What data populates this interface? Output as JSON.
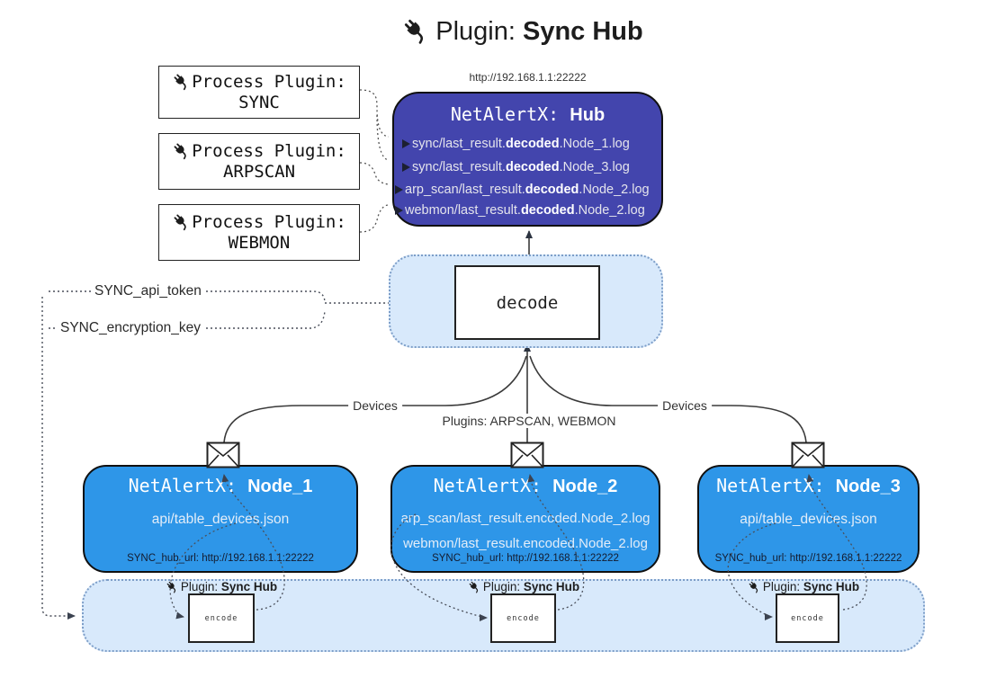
{
  "title": {
    "prefix": "Plugin:",
    "name": "Sync Hub"
  },
  "hub": {
    "url": "http://192.168.1.1:22222",
    "name_prefix": "NetAlertX:",
    "name": "Hub",
    "files": [
      {
        "pre": "sync/last_result.",
        "bold": "decoded",
        "post": ".Node_1.log"
      },
      {
        "pre": "sync/last_result.",
        "bold": "decoded",
        "post": ".Node_3.log"
      },
      {
        "pre": "arp_scan/last_result.",
        "bold": "decoded",
        "post": ".Node_2.log"
      },
      {
        "pre": "webmon/last_result.",
        "bold": "decoded",
        "post": ".Node_2.log"
      }
    ]
  },
  "process_plugins": [
    {
      "label": "Process Plugin:",
      "name": "SYNC"
    },
    {
      "label": "Process Plugin:",
      "name": "ARPSCAN"
    },
    {
      "label": "Process Plugin:",
      "name": "WEBMON"
    }
  ],
  "settings": {
    "api_token": "SYNC_api_token",
    "encryption_key": "SYNC_encryption_key"
  },
  "decode": {
    "label": "decode"
  },
  "edge_labels": {
    "devices_left": "Devices",
    "plugins_center": "Plugins: ARPSCAN, WEBMON",
    "devices_right": "Devices"
  },
  "nodes": [
    {
      "name_prefix": "NetAlertX:",
      "name": "Node_1",
      "files": [
        "api/table_devices.json"
      ],
      "hub_url": "SYNC_hub_url: http://192.168.1.1:22222"
    },
    {
      "name_prefix": "NetAlertX:",
      "name": "Node_2",
      "files": [
        "arp_scan/last_result.encoded.Node_2.log",
        "webmon/last_result.encoded.Node_2.log"
      ],
      "hub_url": "SYNC_hub_url: http://192.168.1.1:22222"
    },
    {
      "name_prefix": "NetAlertX:",
      "name": "Node_3",
      "files": [
        "api/table_devices.json"
      ],
      "hub_url": "SYNC_hub_url: http://192.168.1.1:22222"
    }
  ],
  "encoders": [
    {
      "plugin_label": "Plugin:",
      "plugin_name": "Sync Hub",
      "box_label": "encode"
    },
    {
      "plugin_label": "Plugin:",
      "plugin_name": "Sync Hub",
      "box_label": "encode"
    },
    {
      "plugin_label": "Plugin:",
      "plugin_name": "Sync Hub",
      "box_label": "encode"
    }
  ],
  "colors": {
    "hub_fill": "#4345ad",
    "node_fill": "#2e96e8",
    "band_fill": "#d8e9fb",
    "line": "#3a3a3a"
  }
}
